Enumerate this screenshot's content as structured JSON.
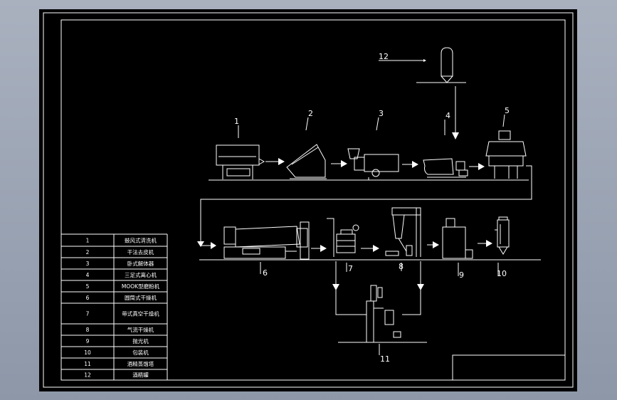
{
  "colors": {
    "background": "#000000",
    "lines": "#ffffff",
    "viewport": "#9aa3b3"
  },
  "callouts": {
    "c1": "1",
    "c2": "2",
    "c3": "3",
    "c4": "4",
    "c5": "5",
    "c6": "6",
    "c7": "7",
    "c8": "8",
    "c9": "9",
    "c10": "10",
    "c11": "11",
    "c12": "12"
  },
  "legend": {
    "rows": [
      {
        "no": "1",
        "name": "鼓风式清洗机"
      },
      {
        "no": "2",
        "name": "干法去皮机"
      },
      {
        "no": "3",
        "name": "卧式解体器"
      },
      {
        "no": "4",
        "name": "三足式离心机"
      },
      {
        "no": "5",
        "name": "MOOK型磨粉机"
      },
      {
        "no": "6",
        "name": "圆筒式干燥机"
      },
      {
        "no": "7",
        "name": "带式真空干燥机"
      },
      {
        "no": "8",
        "name": "气流干燥机"
      },
      {
        "no": "9",
        "name": "抛光机"
      },
      {
        "no": "10",
        "name": "包装机"
      },
      {
        "no": "11",
        "name": "酒精蒸馏塔"
      },
      {
        "no": "12",
        "name": "酒精罐"
      }
    ]
  }
}
